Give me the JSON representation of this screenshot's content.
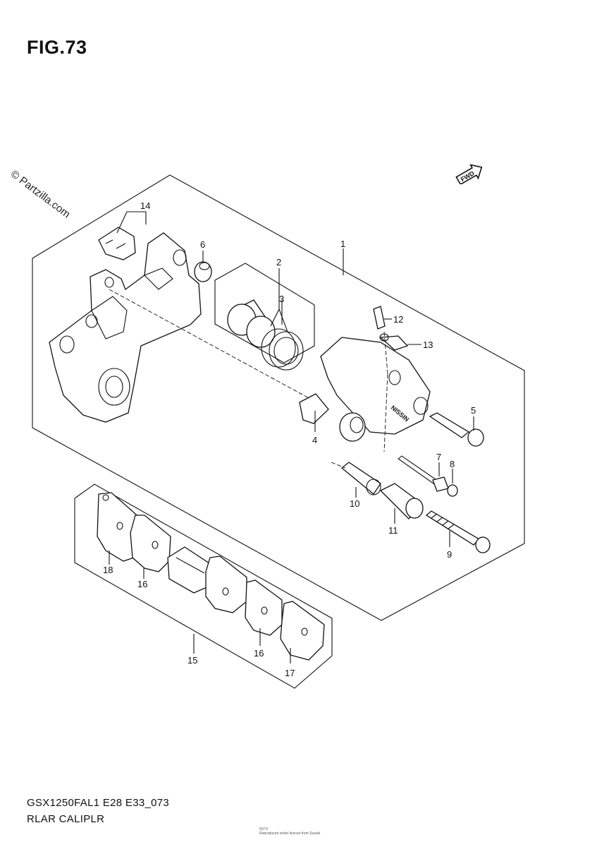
{
  "figure": {
    "title": "FIG.73"
  },
  "watermark": "© Partzilla.com",
  "fwd_badge": "FWD",
  "callouts": [
    "1",
    "2",
    "3",
    "4",
    "5",
    "6",
    "7",
    "8",
    "9",
    "10",
    "11",
    "12",
    "13",
    "14",
    "15",
    "16",
    "16",
    "17",
    "18"
  ],
  "footer": {
    "code": "GSX1250FAL1 E28 E33_073",
    "name": "RLAR CALIPLR",
    "tiny_line1": "0U73",
    "tiny_line2": "Reproduced under license from Suzuki"
  }
}
